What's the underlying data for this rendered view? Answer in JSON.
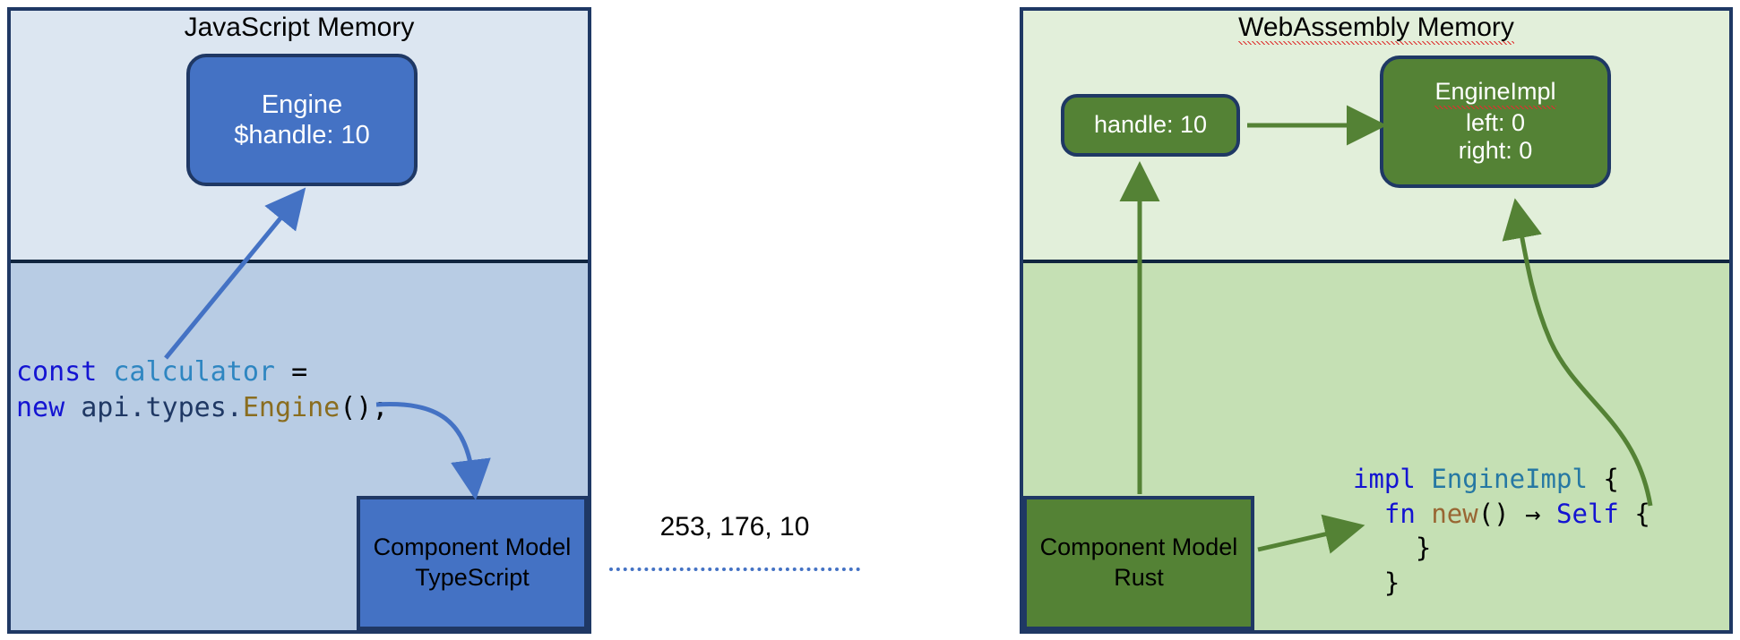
{
  "diagram": {
    "title_left": "JavaScript Memory",
    "title_right": "WebAssembly Memory",
    "middle_label": "253, 176, 10",
    "colors": {
      "js_panel_upper": "#dce6f1",
      "js_panel_lower": "#b8cce4",
      "wasm_panel_upper": "#e2efda",
      "wasm_panel_lower": "#c5e0b4",
      "blue_box": "#4472c4",
      "green_box": "#548235",
      "border": "#1f3864",
      "blue_arrow": "#4472c4",
      "green_arrow": "#548235"
    }
  },
  "js": {
    "engine_box": {
      "line1": "Engine",
      "line2": "$handle: 10"
    },
    "component_model_box": {
      "line1": "Component Model",
      "line2": "TypeScript"
    },
    "code": {
      "line1": {
        "kw_const": "const",
        "ident": "calculator",
        "op": "="
      },
      "line2": {
        "kw_new": "new",
        "ns": "api.types.",
        "type": "Engine",
        "tail": "();"
      }
    }
  },
  "wasm": {
    "handle_box": {
      "line1": "handle: 10"
    },
    "engineimpl_box": {
      "line1": "EngineImpl",
      "line2": "left: 0",
      "line3": "right: 0"
    },
    "component_model_box": {
      "line1": "Component Model",
      "line2": "Rust"
    },
    "code": {
      "line1": {
        "kw_impl": "impl",
        "type": "EngineImpl",
        "brace": "{"
      },
      "line2": {
        "kw_fn": "fn",
        "fname": "new",
        "parens": "()",
        "arrow": "→",
        "kw_self": "Self",
        "brace": "{"
      },
      "line3": {
        "brace": "}"
      },
      "line4": {
        "brace": "}"
      }
    }
  },
  "icons": {
    "arrow_js_code_to_engine": "arrow-up-right-icon",
    "arrow_js_code_to_cm": "curved-arrow-down-right-icon",
    "arrow_cm_rust_to_handle": "arrow-up-icon",
    "arrow_handle_to_engineimpl": "arrow-right-icon",
    "arrow_rust_code_to_engineimpl": "curved-arrow-up-icon",
    "arrow_cm_rust_to_code": "arrow-right-small-icon"
  }
}
